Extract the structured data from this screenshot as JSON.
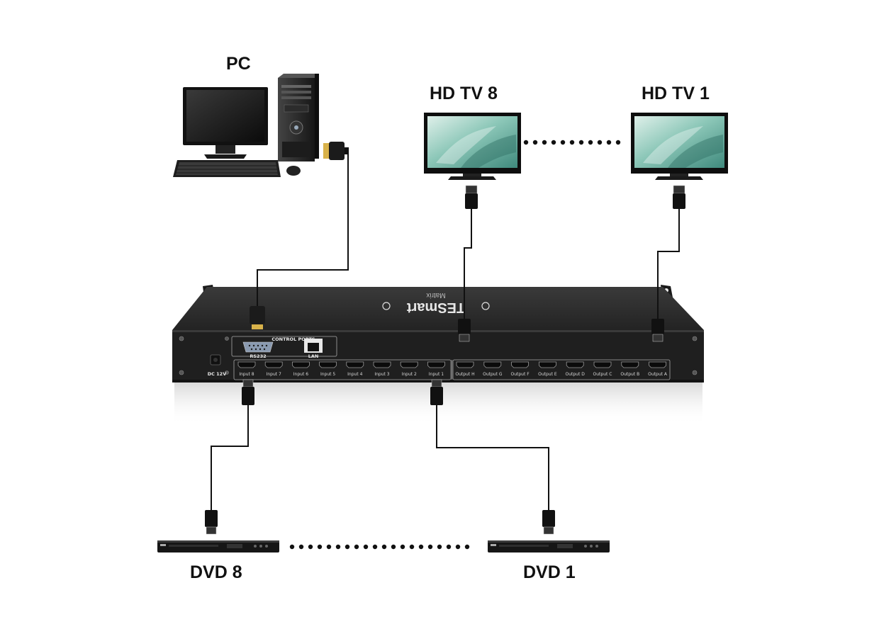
{
  "labels": {
    "pc": "PC",
    "tv_left": "HD TV 8",
    "tv_right": "HD TV 1",
    "dvd_left": "DVD 8",
    "dvd_right": "DVD 1"
  },
  "device": {
    "brand": "TESmart",
    "model": "Matrix",
    "power_label": "DC 12V",
    "control_label": "CONTROL PORTS",
    "rs232_label": "RS232",
    "lan_label": "LAN",
    "inputs": [
      "Input 8",
      "Input 7",
      "Input 6",
      "Input 5",
      "Input 4",
      "Input 3",
      "Input 2",
      "Input 1"
    ],
    "outputs": [
      "Output H",
      "Output G",
      "Output F",
      "Output E",
      "Output D",
      "Output C",
      "Output B",
      "Output A"
    ]
  },
  "colors": {
    "chassis": "#1f1f1f",
    "chassis_top": "#2b2b2b",
    "cable": "#111111",
    "screen": "#7fb9ad"
  }
}
